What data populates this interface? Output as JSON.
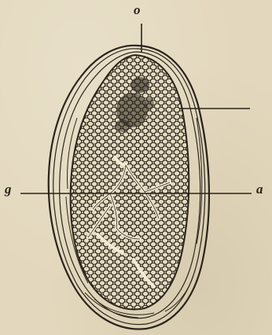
{
  "figure": {
    "labels": {
      "o": "o",
      "g": "g",
      "a": "a"
    }
  },
  "colors": {
    "paper": "#e3d8bd",
    "ink": "#2a241a"
  }
}
